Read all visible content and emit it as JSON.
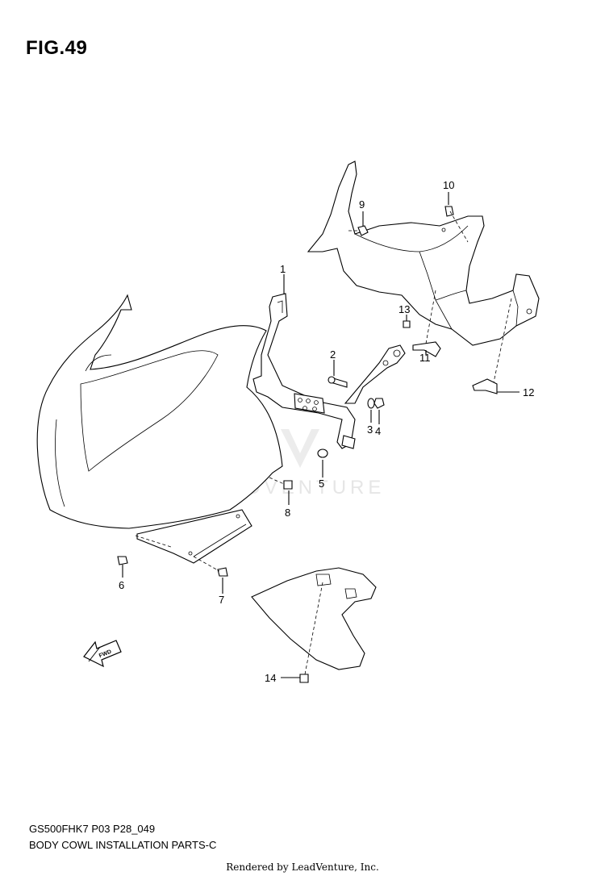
{
  "figure": {
    "title": "FIG.49"
  },
  "callouts": [
    {
      "id": "1",
      "label": "1"
    },
    {
      "id": "2",
      "label": "2"
    },
    {
      "id": "3",
      "label": "3"
    },
    {
      "id": "4",
      "label": "4"
    },
    {
      "id": "5",
      "label": "5"
    },
    {
      "id": "6",
      "label": "6"
    },
    {
      "id": "7",
      "label": "7"
    },
    {
      "id": "8",
      "label": "8"
    },
    {
      "id": "9",
      "label": "9"
    },
    {
      "id": "10",
      "label": "10"
    },
    {
      "id": "11",
      "label": "11"
    },
    {
      "id": "12",
      "label": "12"
    },
    {
      "id": "13",
      "label": "13"
    },
    {
      "id": "14",
      "label": "14"
    }
  ],
  "fwd_label": "FWD",
  "watermark": "LEADVENTURE",
  "footer": {
    "code": "GS500FHK7 P03 P28_049",
    "name": "BODY COWL INSTALLATION PARTS-C",
    "rendered_by": "Rendered by LeadVenture, Inc."
  }
}
